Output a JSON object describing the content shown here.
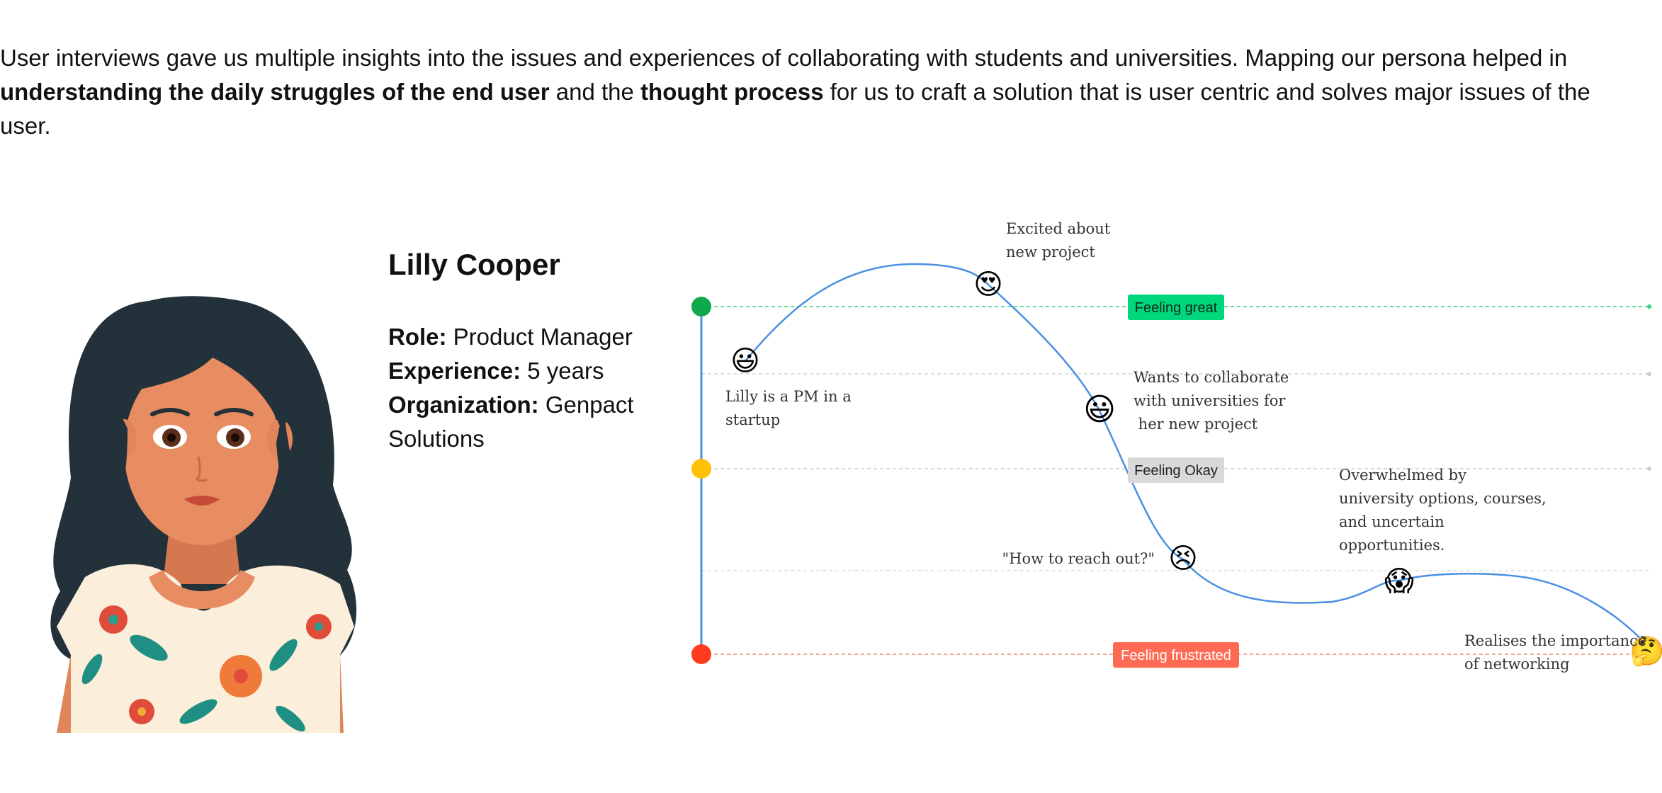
{
  "intro": {
    "part1": "User interviews gave us multiple insights into the issues and experiences of collaborating with students and universities. Mapping our persona helped in",
    "bold1": "understanding the daily struggles of the end user",
    "part2": " and the ",
    "bold2": "thought process",
    "part3": " for us to craft a solution that is user centric and solves major issues of the user."
  },
  "persona": {
    "name": "Lilly Cooper",
    "role_label": "Role:",
    "role_value": " Product Manager",
    "experience_label": "Experience:",
    "experience_value": " 5 years",
    "organization_label": "Organization:",
    "organization_value": " Genpact Solutions"
  },
  "journey": {
    "levels": [
      {
        "label": "Feeling great",
        "color": "#00d67c"
      },
      {
        "label": "Feeling Okay",
        "color": "#d9d9d9"
      },
      {
        "label": "Feeling frustrated",
        "color": "#ff6a55"
      }
    ],
    "axis_dots": {
      "top": "#0fa84b",
      "middle": "#ffc107",
      "bottom": "#ff3b1f"
    },
    "curve_color": "#4a90e2",
    "notes": {
      "pm_line1": "Lilly is a PM in a",
      "pm_line2": "startup",
      "excited_line1": "Excited about",
      "excited_line2": "new project",
      "collab_line1": "Wants to collaborate",
      "collab_line2": "with universities for",
      "collab_line3": " her new project",
      "reach_out": "\"How to reach out?\"",
      "overwhelmed_line1": "Overwhelmed by",
      "overwhelmed_line2": "university options, courses,",
      "overwhelmed_line3": "and uncertain",
      "overwhelmed_line4": "opportunities.",
      "realise_line1": "Realises the importance",
      "realise_line2": "of networking"
    },
    "emojis": {
      "smile1": "😃",
      "hearts": "😍",
      "smile2": "😃",
      "frustrated": "😣",
      "scream": "😱",
      "thinking": "🤔"
    }
  }
}
